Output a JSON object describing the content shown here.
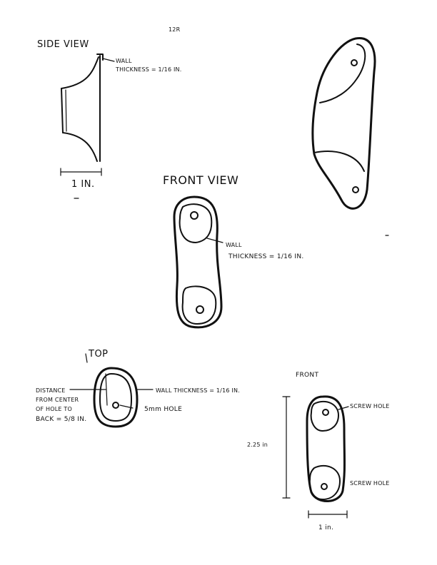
{
  "sheet": {
    "page_mark": "12R"
  },
  "side_view": {
    "title": "SIDE VIEW",
    "wall_label_line1": "WALL",
    "wall_label_line2": "THICKNESS = 1/16 IN.",
    "dimension": "1 IN."
  },
  "front_view": {
    "title": "FRONT VIEW",
    "wall_label_line1": "WALL",
    "wall_label_line2": "THICKNESS = 1/16 IN."
  },
  "top_view": {
    "title": "TOP",
    "distance_label": [
      "DISTANCE",
      "FROM CENTER",
      "OF HOLE TO",
      "BACK = 5/8 IN."
    ],
    "wall_label": "WALL THICKNESS = 1/16 IN.",
    "hole_label": "5mm HOLE"
  },
  "front_dims": {
    "title": "FRONT",
    "screw_hole_top": "SCREW HOLE",
    "screw_hole_bottom": "SCREW HOLE",
    "height": "2.25 in",
    "width": "1 in."
  }
}
